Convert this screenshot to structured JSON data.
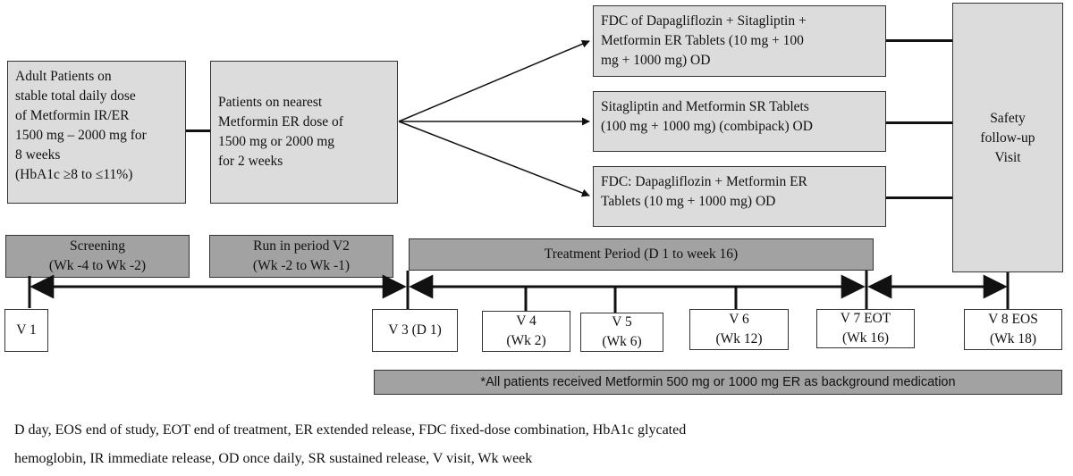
{
  "diagram": {
    "eligibility_box": [
      "Adult Patients on",
      "stable total daily dose",
      "of Metformin IR/ER",
      "1500 mg – 2000 mg for",
      "8 weeks",
      "(HbA1c ≥8 to ≤11%)"
    ],
    "runin_box": [
      "Patients on nearest",
      "Metformin ER dose of",
      "1500 mg or 2000 mg",
      "for 2 weeks"
    ],
    "arms": [
      [
        "FDC of Dapagliflozin + Sitagliptin +",
        "Metformin ER Tablets (10 mg + 100",
        "mg + 1000 mg) OD"
      ],
      [
        "Sitagliptin and Metformin SR Tablets",
        "(100 mg + 1000 mg) (combipack) OD"
      ],
      [
        "FDC: Dapagliflozin + Metformin ER",
        "Tablets (10 mg + 1000 mg) OD"
      ]
    ],
    "safety_box": [
      "Safety",
      "follow-up",
      "Visit"
    ]
  },
  "periods": {
    "screening": [
      "Screening",
      "(Wk -4 to Wk -2)"
    ],
    "runin": [
      "Run in period V2",
      "(Wk -2 to Wk -1)"
    ],
    "treatment": "Treatment Period (D 1 to week 16)"
  },
  "visits": [
    {
      "id": "v1",
      "lines": [
        "V 1"
      ]
    },
    {
      "id": "v3",
      "lines": [
        "V 3 (D 1)"
      ]
    },
    {
      "id": "v4",
      "lines": [
        "V 4",
        "(Wk 2)"
      ]
    },
    {
      "id": "v5",
      "lines": [
        "V 5",
        "(Wk 6)"
      ]
    },
    {
      "id": "v6",
      "lines": [
        "V 6",
        "(Wk 12)"
      ]
    },
    {
      "id": "v7",
      "lines": [
        "V 7 EOT",
        "(Wk 16)"
      ]
    },
    {
      "id": "v8",
      "lines": [
        "V 8 EOS",
        "(Wk 18)"
      ]
    }
  ],
  "background_note": "*All patients received Metformin 500 mg or 1000 mg ER as background medication",
  "caption": [
    "D day, EOS end of study, EOT end of treatment, ER extended release, FDC fixed-dose combination, HbA1c glycated",
    "hemoglobin, IR immediate release, OD once daily, SR sustained release, V visit, Wk week"
  ]
}
